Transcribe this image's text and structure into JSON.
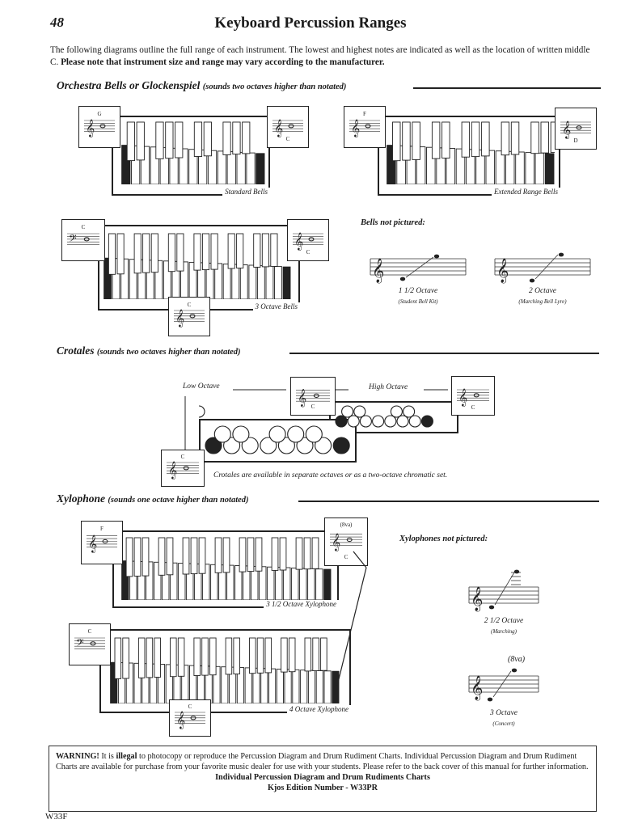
{
  "header": {
    "page_number": "48",
    "title": "Keyboard Percussion Ranges"
  },
  "intro": {
    "text": "The following diagrams outline the full range of each instrument.  The lowest and highest notes are indicated as well as the location of written middle C. ",
    "bold": "Please note that instrument size and range may vary according to the manufacturer."
  },
  "sections": {
    "bells": {
      "title": "Orchestra Bells or Glockenspiel",
      "subtitle": "(sounds two octaves higher than notated)"
    },
    "crotales": {
      "title": "Crotales",
      "subtitle": "(sounds two octaves higher than notated)"
    },
    "xylophone": {
      "title": "Xylophone",
      "subtitle": "(sounds one octave higher than notated)"
    }
  },
  "bells": {
    "standard": {
      "label": "Standard Bells",
      "low_note": "G",
      "high_note": "C"
    },
    "extended": {
      "label": "Extended Range Bells",
      "low_note": "F",
      "high_note": "D"
    },
    "three_octave": {
      "label": "3 Octave Bells",
      "low_note": "C",
      "high_note": "C",
      "middle_c": "C"
    },
    "not_pictured": {
      "heading": "Bells not pictured:",
      "items": [
        {
          "name": "1 1/2 Octave",
          "sub": "(Student Bell Kit)"
        },
        {
          "name": "2 Octave",
          "sub": "(Marching Bell Lyre)"
        }
      ]
    }
  },
  "crotales": {
    "low_label": "Low Octave",
    "high_label": "High Octave",
    "low_note": "C",
    "mid_note": "C",
    "high_note": "C",
    "caption": "Crotales are available in separate octaves or as a two-octave chromatic set."
  },
  "xylophone": {
    "three_half": {
      "label": "3 1/2 Octave Xylophone",
      "low_note": "F",
      "high_note": "C",
      "ottava": "(8va)"
    },
    "four": {
      "label": "4 Octave Xylophone",
      "low_note": "C",
      "middle_c": "C"
    },
    "not_pictured": {
      "heading": "Xylophones not pictured:",
      "items": [
        {
          "name": "2 1/2 Octave",
          "sub": "(Marching)"
        },
        {
          "name": "3 Octave",
          "sub": "(Concert)",
          "ottava": "(8va)"
        }
      ]
    }
  },
  "warning": {
    "lead": "WARNING!",
    "t1": " It is ",
    "illegal": "illegal",
    "t2": " to photocopy or reproduce the Percussion Diagram and Drum Rudiment Charts.  Individual Percussion Diagram and Drum Rudiment Charts are available for purchase from your favorite music dealer for use with your students.  Please refer to the back cover of this manual for further information.",
    "line1": "Individual Percussion Diagram and Drum Rudiments Charts",
    "line2": "Kjos Edition Number - W33PR"
  },
  "footer": {
    "code": "W33F"
  }
}
